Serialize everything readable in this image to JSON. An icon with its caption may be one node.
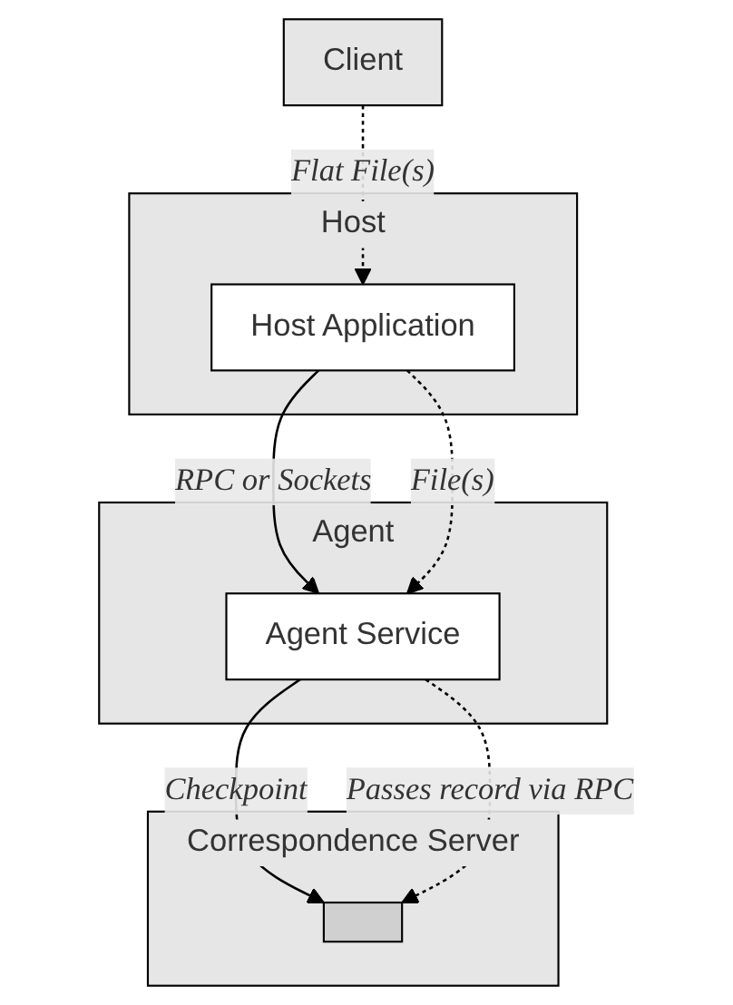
{
  "diagram": {
    "nodes": [
      {
        "text": [
          "Client"
        ]
      },
      {
        "text": [
          "Host"
        ]
      },
      {
        "text": [
          "Host Application"
        ],
        "in": 1
      },
      {
        "text": [
          "Agent"
        ]
      },
      {
        "text": [
          "Agent Service"
        ],
        "in": 3
      },
      {
        "text": [
          "Correspondence Server"
        ]
      },
      {
        "text": [],
        "shape": "box",
        "in": 5
      }
    ],
    "edges": [
      {
        "from": 0,
        "to": 2,
        "arrow": "to",
        "label": "Flat File(s)",
        "style": "dashed"
      },
      {
        "from": 2,
        "to": 4,
        "arrow": "to",
        "label": "RPC or Sockets"
      },
      {
        "from": 2,
        "to": 4,
        "arrow": "to",
        "label": "File(s)",
        "style": "dashed"
      },
      {
        "from": 4,
        "to": 6,
        "arrow": "to",
        "label": "Checkpoint"
      },
      {
        "from": 4,
        "to": 6,
        "arrow": "to",
        "label": "Passes record via RPC",
        "style": "dashed"
      }
    ]
  }
}
